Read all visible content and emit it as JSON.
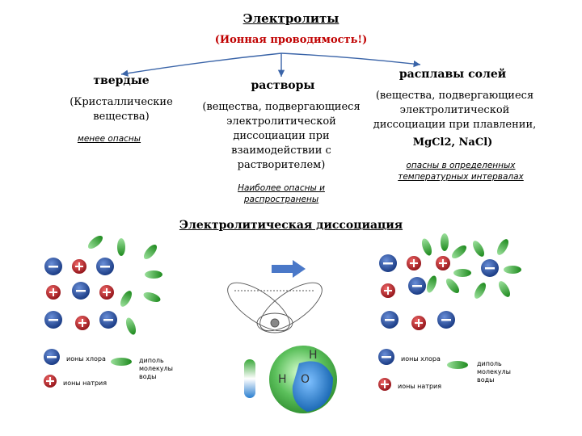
{
  "title": "Электролиты",
  "subtitle": "(Ионная проводимость!)",
  "columns": [
    {
      "heading": "твердые",
      "desc": "(Кристаллические вещества)",
      "note": "менее опасны"
    },
    {
      "heading": "растворы",
      "desc": "(вещества, подвергающиеся электролитической диссоциации при взаимодействии с растворителем)",
      "note": "Наиболее опасны и распространены"
    },
    {
      "heading": "расплавы солей",
      "desc": "(вещества, подвергающиеся электролитической диссоциации при плавлении,",
      "formula": "MgCl2, NaCl)",
      "note": "опасны в определенных температурных интервалах"
    }
  ],
  "dissociation_title": "Электролитическая диссоциация",
  "legend": {
    "chlorine": "ионы хлора",
    "sodium": "ионы натрия",
    "dipole": "диполь молекулы воды"
  },
  "water": {
    "h": "H",
    "o": "O",
    "h2": "H"
  },
  "colors": {
    "anion": "#1f4fa8",
    "cation": "#c0181f",
    "dipole": "#2aa52a",
    "arrows": "#3a64a8"
  }
}
